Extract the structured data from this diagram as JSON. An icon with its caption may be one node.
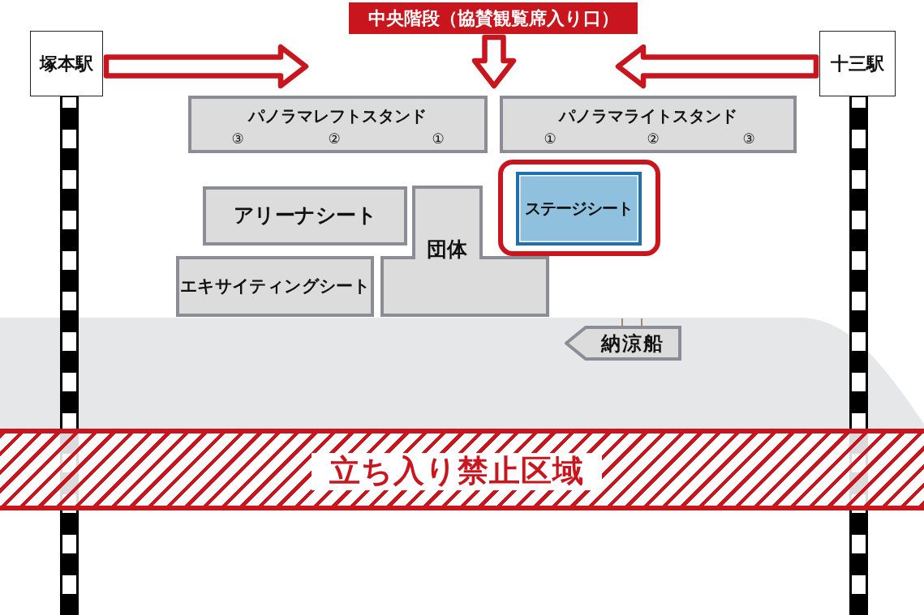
{
  "diagram": {
    "nodes": [
      {
        "text": [
          "中央階段（協賛観覧席入り口）"
        ]
      },
      {
        "text": [
          "塚本駅"
        ]
      },
      {
        "text": [
          "十三駅"
        ]
      },
      {
        "text": [
          "パノラマレフトスタンド",
          "③",
          "②",
          "①"
        ]
      },
      {
        "text": [
          "パノラマライトスタンド",
          "①",
          "②",
          "③"
        ]
      },
      {
        "text": [
          "アリーナシート"
        ]
      },
      {
        "text": [
          "団体"
        ]
      },
      {
        "text": [
          "ステージシート"
        ]
      },
      {
        "text": [
          "エキサイティングシート"
        ]
      },
      {
        "text": [
          "納涼船"
        ]
      },
      {
        "text": [
          "立ち入り禁止区域"
        ]
      }
    ],
    "edges": [
      {
        "from": 1,
        "to": null,
        "arrow": "to"
      },
      {
        "from": 0,
        "to": null,
        "arrow": "to"
      },
      {
        "from": 2,
        "to": null,
        "arrow": "to"
      }
    ]
  }
}
